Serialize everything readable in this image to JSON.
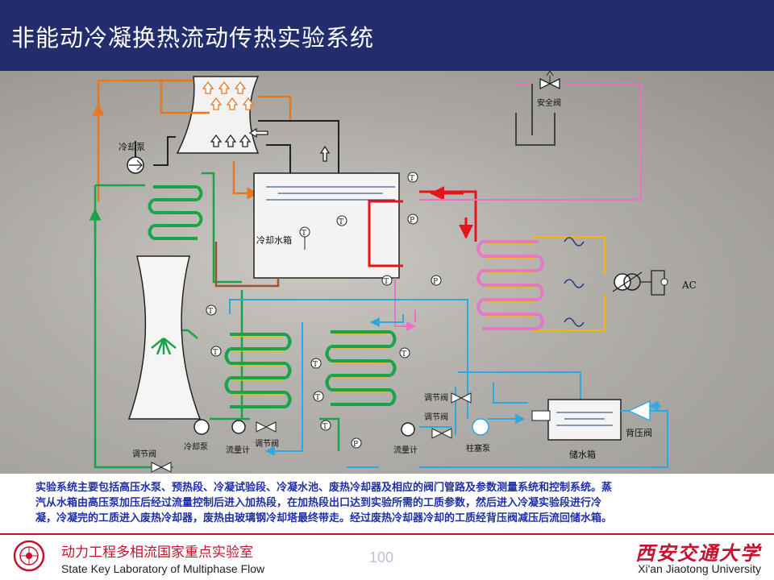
{
  "header": {
    "title": "非能动冷凝换热流动传热实验系统"
  },
  "diagram": {
    "labels": {
      "cooling_pump_top": "冷却泵",
      "safety_valve": "安全阀",
      "cooling_water_tank": "冷却水箱",
      "ac": "AC",
      "reg_valve_right_1": "调节阀",
      "reg_valve_right_2": "调节阀",
      "storage_tank": "储水箱",
      "back_pressure_valve": "背压阀",
      "plunger_pump": "柱塞泵",
      "flowmeter_1": "流量计",
      "flowmeter_2": "流量计",
      "cooling_pump_bottom": "冷却泵",
      "reg_valve_bottom_mid": "调节阀",
      "reg_valve_bottom_left": "调节阀"
    },
    "instrument_letters": {
      "temperature": "T",
      "pressure": "P"
    },
    "colors": {
      "orange": "#e87722",
      "green": "#1aa34a",
      "red": "#e8141c",
      "pink": "#ec6fc8",
      "light_blue": "#2ea8e0",
      "brown": "#a0522d",
      "yellow": "#f5b800",
      "black": "#222222"
    }
  },
  "description": {
    "line1": "实验系统主要包括高压水泵、预热段、冷凝试验段、冷凝水池、废热冷却器及相应的阀门管路及参数测量系统和控制系统。蒸",
    "line2": "汽从水箱由高压泵加压后经过流量控制后进入加热段，在加热段出口达到实验所需的工质参数，然后进入冷凝实验段进行冷",
    "line3": "凝，冷凝完的工质进入废热冷却器，废热由玻璃钢冷却塔最终带走。经过废热冷却器冷却的工质经背压阀减压后流回储水箱。"
  },
  "footer": {
    "lab_cn": "动力工程多相流国家重点实验室",
    "lab_en": "State Key Laboratory of Multiphase Flow",
    "page_number": "100",
    "university_cn": "西安交通大学",
    "university_en": "Xi'an Jiaotong University"
  }
}
